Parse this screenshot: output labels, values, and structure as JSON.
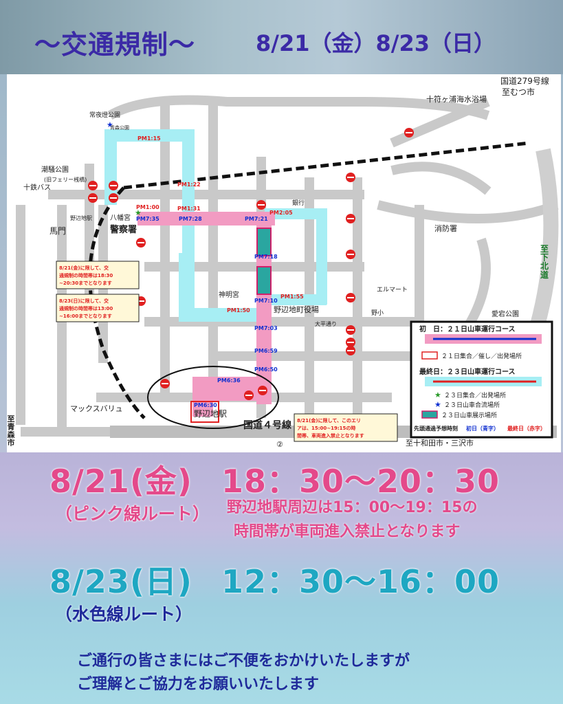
{
  "header": {
    "title": "～交通規制～",
    "dates": "8/21（金）8/23（日）"
  },
  "map": {
    "labels": {
      "route279": "国道279号線",
      "to_mutsu": "至むつ市",
      "beach": "十符ヶ浦海水浴場",
      "park_jouya": "常夜燈公園",
      "shiosai": "潮騒公園",
      "ferry": "(旧フェリー桟橋)",
      "totetsu_bus": "十鉄バス",
      "nohechi_st_small": "野辺地駅",
      "hachimangu": "八幡宮",
      "police": "警察署",
      "bank": "銀行",
      "fire_dept": "消防署",
      "shinmeigu": "神明宮",
      "town_office": "野辺地町役場",
      "aiai_park": "愛宕公園",
      "maxvalu": "マックスバリュ",
      "route4": "国道４号線",
      "to_aomori": "至青森市",
      "to_towada": "至十和田市・三沢市",
      "to_shimokita": "至下北道",
      "nohechi_station": "野辺地駅",
      "circle2": "②",
      "elmart": "エルマート",
      "daihei": "大平通り",
      "umamon": "馬門",
      "noheji_sho": "野小",
      "hanami": "青森公園"
    },
    "times_red": [
      "PM1:15",
      "PM1:22",
      "PM1:31",
      "PM1:00",
      "PM2:05",
      "PM1:55",
      "PM1:50"
    ],
    "times_blue": [
      "PM7:35",
      "PM7:28",
      "PM7:21",
      "PM7:18",
      "PM7:10",
      "PM7:03",
      "PM6:59",
      "PM6:50",
      "PM6:36",
      "PM6:30"
    ],
    "notes": {
      "note1": "8/21(金)に限して、交通規制の時間帯は18:30~20:30までとなります",
      "note2": "8/23(日)に限して、交通規制の時間帯は13:00~16:00までとなります",
      "note3": "8/21(金)に限して、このエリアは、15:00~19:15の時間帯、車両進入禁止となります"
    },
    "legend": {
      "day1_title": "初　日：２１日山車運行コース",
      "day1_assembly": "２１日集合／催し／出発場所",
      "final_title": "最終日：２３日山車運行コース",
      "assembly23": "２３日集合／出発場所",
      "merge23": "２３日山車合流場所",
      "display23": "２３日山車展示場所",
      "eta": "先頭通過予想時刻",
      "first_day": "初日（青字）",
      "final_day": "最終日（赤字）"
    },
    "colors": {
      "pink": "#f29bc2",
      "cyan": "#a7eef4",
      "red": "#e02020",
      "blue": "#1030d0",
      "teal": "#2aa6a0"
    }
  },
  "schedule": {
    "day1_date": "8/21(金)",
    "day1_time": "18：30～20：30",
    "day1_route": "（ピンク線ルート）",
    "day1_note_line1": "野辺地駅周辺は15：00～19：15の",
    "day1_note_line2": "時間帯が車両進入禁止となります",
    "day2_date": "8/23(日)",
    "day2_time": "12：30～16：00",
    "day2_route": "（水色線ルート）"
  },
  "closing": {
    "line1": "ご通行の皆さまにはご不便をおかけいたしますが",
    "line2": "ご理解とご協力をお願いいたします"
  }
}
